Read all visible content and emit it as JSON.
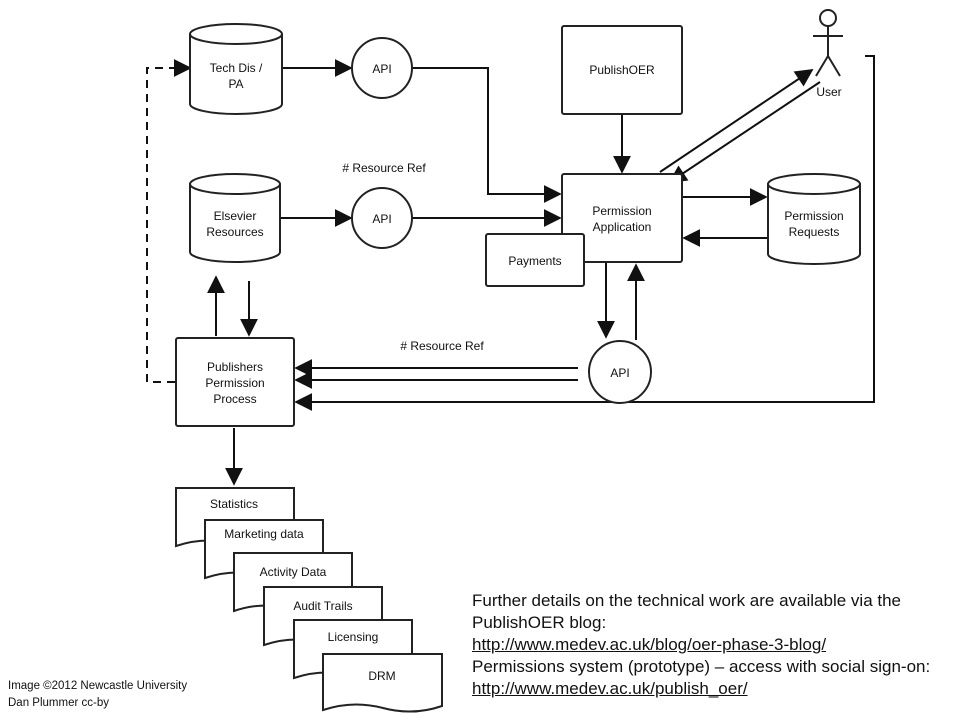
{
  "nodes": {
    "tech_dis": [
      "Tech Dis /",
      "PA"
    ],
    "api_top": [
      "API"
    ],
    "publishoer": [
      "PublishOER"
    ],
    "user": [
      "User"
    ],
    "elsevier": [
      "Elsevier",
      "Resources"
    ],
    "api_mid": [
      "API"
    ],
    "permission_app": [
      "Permission",
      "Application"
    ],
    "permission_requests": [
      "Permission",
      "Requests"
    ],
    "payments": [
      "Payments"
    ],
    "publishers_process": [
      "Publishers",
      "Permission",
      "Process"
    ],
    "api_bottom": [
      "API"
    ],
    "statistics": [
      "Statistics"
    ],
    "marketing": [
      "Marketing data"
    ],
    "activity": [
      "Activity Data"
    ],
    "audit": [
      "Audit Trails"
    ],
    "licensing": [
      "Licensing"
    ],
    "drm": [
      "DRM"
    ]
  },
  "edge_labels": {
    "resource_ref_top": "# Resource Ref",
    "resource_ref_bottom": "# Resource Ref"
  },
  "credit": {
    "line1": "Image ©2012 Newcastle University",
    "line2": "Dan Plummer cc-by"
  },
  "details": {
    "text1": "Further details on the technical work are available via the PublishOER blog:",
    "link1": "http://www.medev.ac.uk/blog/oer-phase-3-blog/",
    "text2": "Permissions system (prototype) – access with social sign-on:",
    "link2": "http://www.medev.ac.uk/publish_oer/"
  }
}
